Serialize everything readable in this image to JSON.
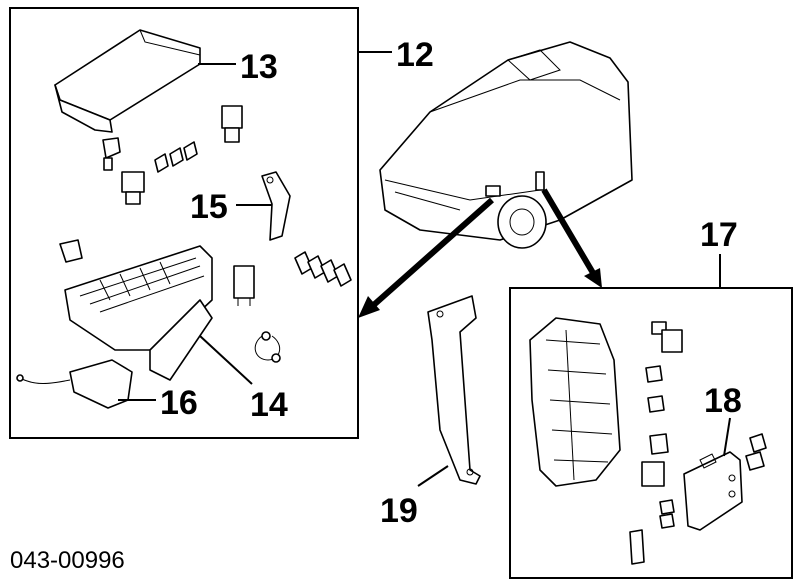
{
  "callouts": {
    "c12": "12",
    "c13": "13",
    "c14": "14",
    "c15": "15",
    "c16": "16",
    "c17": "17",
    "c18": "18",
    "c19": "19"
  },
  "diagram_code": "043-00996"
}
